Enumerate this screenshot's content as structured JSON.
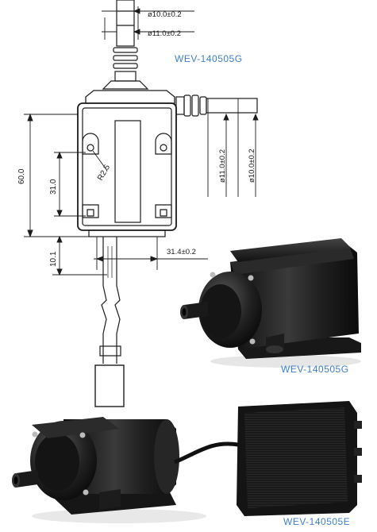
{
  "models": {
    "drawing_label": "WEV-140505G",
    "photo_label_g": "WEV-140505G",
    "photo_label_e": "WEV-140505E"
  },
  "dimensions": {
    "inlet_outer": "ø10.0±0.2",
    "inlet_inner": "ø11.0±0.2",
    "outlet_a": "ø11.0±0.2",
    "outlet_b": "ø10.0±0.2",
    "height": "60.0",
    "mount_spacing": "31.0",
    "radius": "R2.5",
    "width": "31.4±0.2",
    "lower": "10.1"
  },
  "colors": {
    "line": "#1c1c1c",
    "model_label": "#3e7fd0",
    "pump_body": "#1a1a1a"
  }
}
